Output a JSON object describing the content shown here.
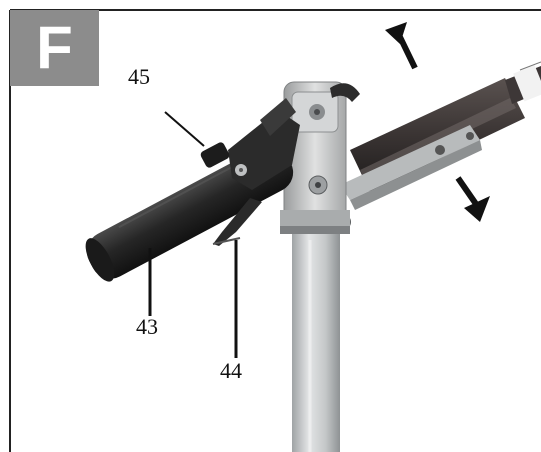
{
  "figure": {
    "section_letter": "F",
    "callouts": {
      "c45": "45",
      "c43": "43",
      "c44": "44"
    }
  },
  "colors": {
    "badge_bg": "#8c8c8c",
    "badge_text": "#ffffff",
    "grip": "#2a2a2a",
    "pole": "#c9cccd",
    "frame": "#222222"
  },
  "icons": {
    "arrow_up": "arrow-up-left-icon",
    "arrow_down": "arrow-down-right-icon"
  }
}
